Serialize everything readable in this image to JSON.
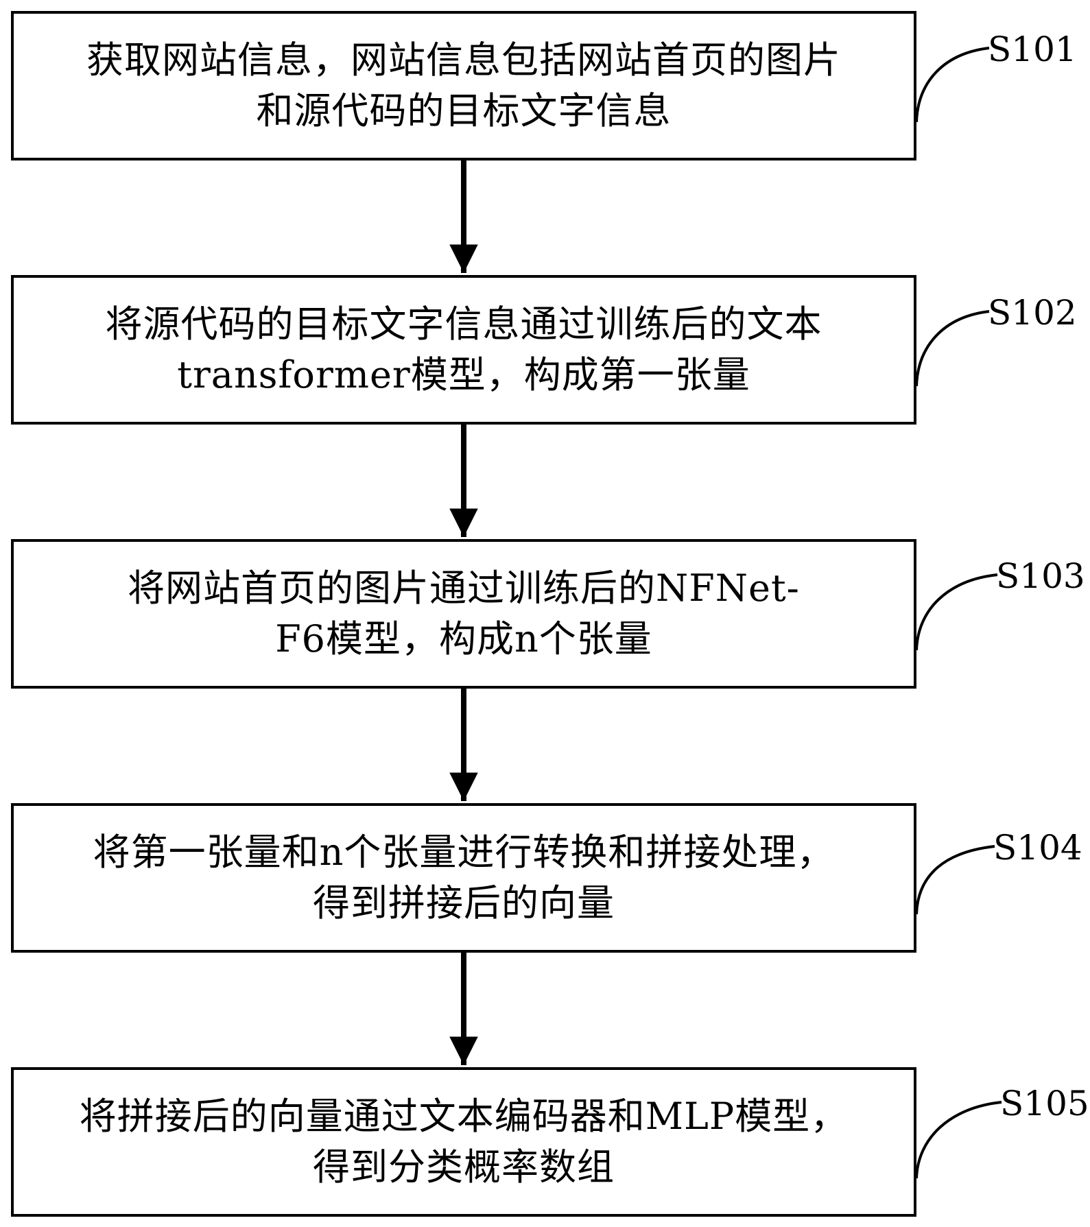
{
  "steps": [
    {
      "id": "S101",
      "lines": [
        "获取网站信息，网站信息包括网站首页的图片",
        "和源代码的目标文字信息"
      ]
    },
    {
      "id": "S102",
      "lines": [
        "将源代码的目标文字信息通过训练后的文本",
        "transformer模型，构成第一张量"
      ]
    },
    {
      "id": "S103",
      "lines": [
        "将网站首页的图片通过训练后的NFNet-",
        "F6模型，构成n个张量"
      ]
    },
    {
      "id": "S104",
      "lines": [
        "将第一张量和n个张量进行转换和拼接处理，",
        "得到拼接后的向量"
      ]
    },
    {
      "id": "S105",
      "lines": [
        "将拼接后的向量通过文本编码器和MLP模型，",
        "得到分类概率数组"
      ]
    }
  ],
  "colors": {
    "stroke": "#000000",
    "background": "#ffffff"
  }
}
